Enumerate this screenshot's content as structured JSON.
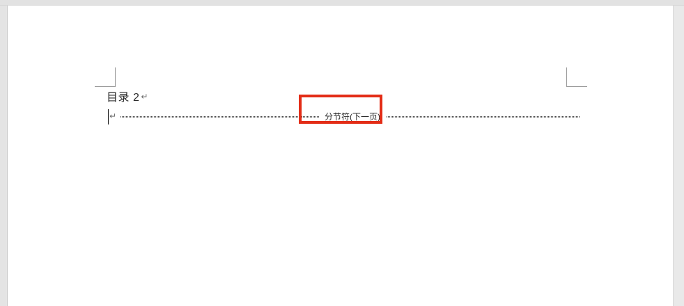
{
  "window": {
    "background_color": "#e4e4e4",
    "page_color": "#ffffff"
  },
  "document": {
    "lines": [
      {
        "id": "heading-line",
        "text": "目录 2",
        "paragraph_mark": "↵"
      },
      {
        "id": "section-break-line",
        "caption": "分节符(下一页)",
        "paragraph_mark": "↵",
        "rule_style": "dotted"
      }
    ],
    "margin_marks": {
      "top_left": "corner-mark",
      "top_right": "corner-mark"
    },
    "caret_visible": true
  },
  "annotation": {
    "label": "section-break-highlight",
    "color": "#e32d17",
    "target_text": "分节符(下一页)"
  }
}
